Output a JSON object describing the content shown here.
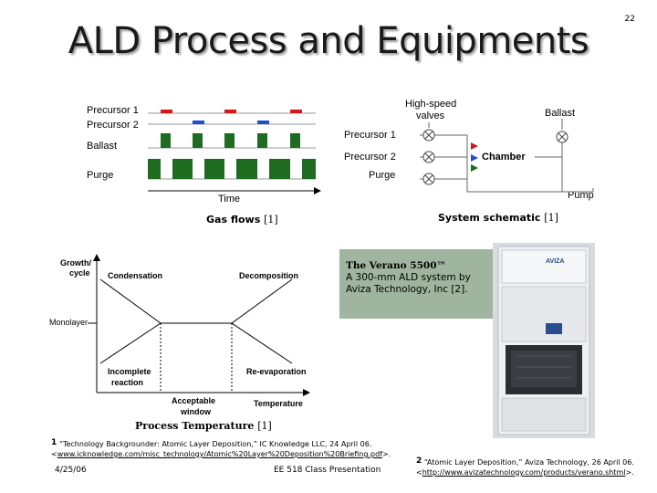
{
  "slide": {
    "title": "ALD Process and Equipments",
    "number": "22",
    "date": "4/25/06",
    "course": "EE 518 Class Presentation"
  },
  "gas_flows": {
    "labels": [
      "Precursor 1",
      "Precursor 2",
      "Ballast",
      "Purge"
    ],
    "time_label": "Time",
    "caption": "Gas flows",
    "ref": "[1]"
  },
  "schematic": {
    "high_speed": "High-speed",
    "valves": "valves",
    "ballast": "Ballast",
    "precursor1": "Precursor 1",
    "precursor2": "Precursor 2",
    "chamber": "Chamber",
    "purge": "Purge",
    "pump": "Pump",
    "caption": "System schematic",
    "ref": "[1]"
  },
  "process_window": {
    "growth": "Growth/",
    "cycle": "cycle",
    "condensation": "Condensation",
    "decomposition": "Decomposition",
    "monolayer": "Monolayer",
    "incomplete": "Incomplete",
    "reaction": "reaction",
    "reevaporation": "Re-evaporation",
    "acceptable": "Acceptable",
    "window": "window",
    "temperature": "Temperature",
    "caption": "Process Temperature",
    "ref": "[1]"
  },
  "callout": {
    "name": "The Verano 5500™",
    "line1": "A 300-mm ALD system by",
    "line2": "Aviza Technology, Inc [2]."
  },
  "machine_badge": "AVIZA",
  "footnotes": {
    "n1": "1",
    "f1_text": "“Technology Backgrounder: Atomic Layer Deposition,” IC Knowledge LLC, 24 April 06.",
    "f1_lt": "<",
    "f1_link": "www.icknowledge.com/misc_technology/Atomic%20Layer%20Deposition%20Briefing.pdf",
    "f1_gt": ">.",
    "n2": "2",
    "f2_text": "“Atomic Layer Deposition,” Aviza Technology, 26 April 06.",
    "f2_lt": "<",
    "f2_link": "http://www.avizatechnology.com/products/verano.shtml",
    "f2_gt": ">."
  },
  "colors": {
    "green": "#1f6b1f",
    "red": "#d11a1a",
    "blue": "#1f4fd1",
    "callout": "#9fb59f"
  }
}
